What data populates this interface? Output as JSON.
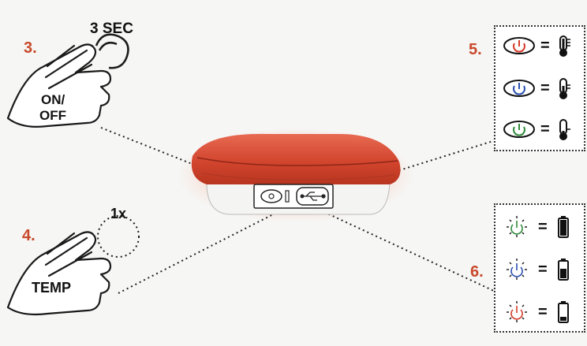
{
  "steps": {
    "step3": "3.",
    "step4": "4.",
    "step5": "5.",
    "step6": "6."
  },
  "hand_top": {
    "press_label": "3 SEC",
    "button_label_line1": "ON/",
    "button_label_line2": "OFF"
  },
  "hand_bottom": {
    "press_label": "1x",
    "button_label": "TEMP"
  },
  "temperature_panel": {
    "rows": [
      {
        "icon": "power-icon",
        "color": "#d63a2a",
        "equals": "=",
        "level": "high"
      },
      {
        "icon": "power-icon",
        "color": "#2a4fb0",
        "equals": "=",
        "level": "medium"
      },
      {
        "icon": "power-icon",
        "color": "#2f8a3a",
        "equals": "=",
        "level": "low"
      }
    ]
  },
  "battery_panel": {
    "rows": [
      {
        "icon": "blinking-power-icon",
        "color": "#2f8a3a",
        "equals": "=",
        "charge": 1.0
      },
      {
        "icon": "blinking-power-icon",
        "color": "#2a4fb0",
        "equals": "=",
        "charge": 0.6
      },
      {
        "icon": "blinking-power-icon",
        "color": "#d63a2a",
        "equals": "=",
        "charge": 0.25
      }
    ]
  },
  "colors": {
    "accent": "#c8482a",
    "device_glow": "#e8543a",
    "line": "#222222"
  }
}
